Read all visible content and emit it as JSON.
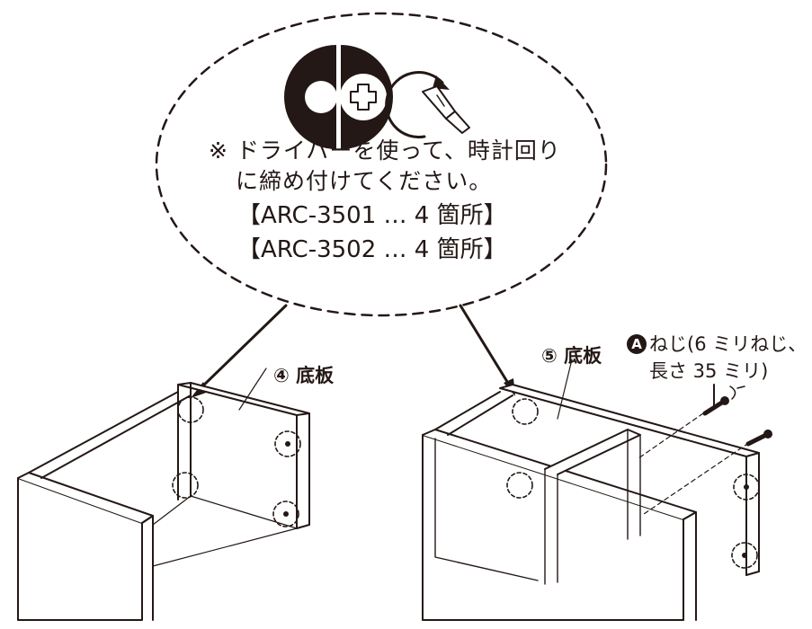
{
  "note": {
    "line1": "※ ドライバーを使って、時計回り",
    "line2": "に締め付けてください。",
    "code1": "【ARC-3501 … 4 箇所】",
    "code2": "【ARC-3502 … 4 箇所】"
  },
  "labels": {
    "left_panel": "④ 底板",
    "right_panel": "⑤ 底板"
  },
  "screw": {
    "marker": "A",
    "line1": "ねじ(6 ミリねじ、",
    "line2": "長さ 35 ミリ)"
  },
  "icons": [
    "screw-head-icon",
    "phillips-head-icon",
    "clockwise-rotation-icon",
    "screwdriver-icon"
  ],
  "colors": {
    "ink": "#231815",
    "background": "#ffffff"
  }
}
